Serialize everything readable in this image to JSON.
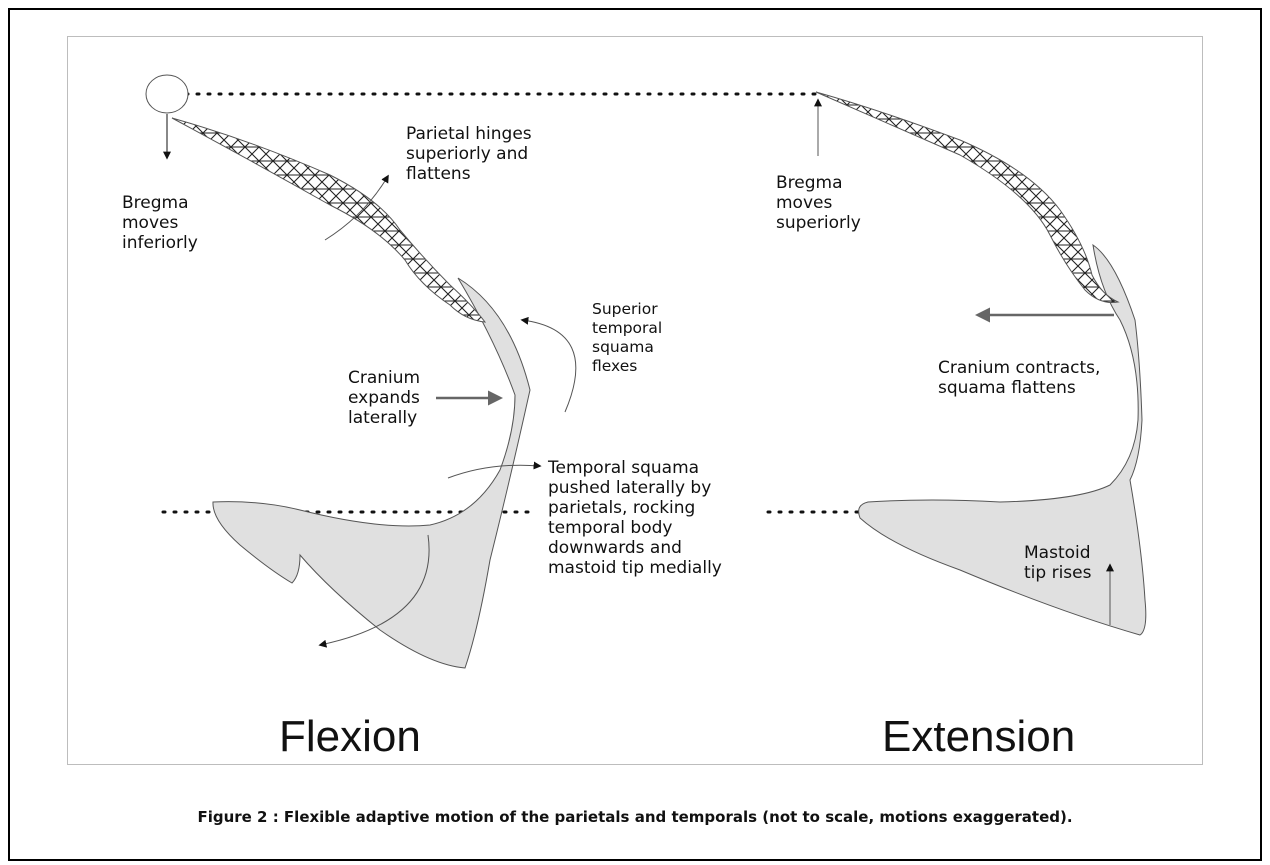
{
  "diagram": {
    "flexion": {
      "title": "Flexion",
      "labels": {
        "bregma": "Bregma\nmoves\ninferiorly",
        "parietal": "Parietal hinges\nsuperiorly and\nflattens",
        "superior_temporal": "Superior\ntemporal\nsquama\nflexes",
        "cranium": "Cranium\nexpands\nlaterally",
        "temporal_squama": "Temporal squama\npushed laterally by\nparietals, rocking\ntemporal body\ndownwards and\nmastoid tip medially"
      }
    },
    "extension": {
      "title": "Extension",
      "labels": {
        "bregma": "Bregma\nmoves\nsuperiorly",
        "cranium": "Cranium contracts,\nsquama flattens",
        "mastoid": "Mastoid\ntip rises"
      }
    }
  },
  "caption": "Figure 2 : Flexible adaptive motion of the parietals and temporals (not to scale, motions exaggerated).",
  "colors": {
    "bone_fill": "#e0e0e0",
    "outline": "#555555",
    "arrow_gray": "#666666"
  }
}
